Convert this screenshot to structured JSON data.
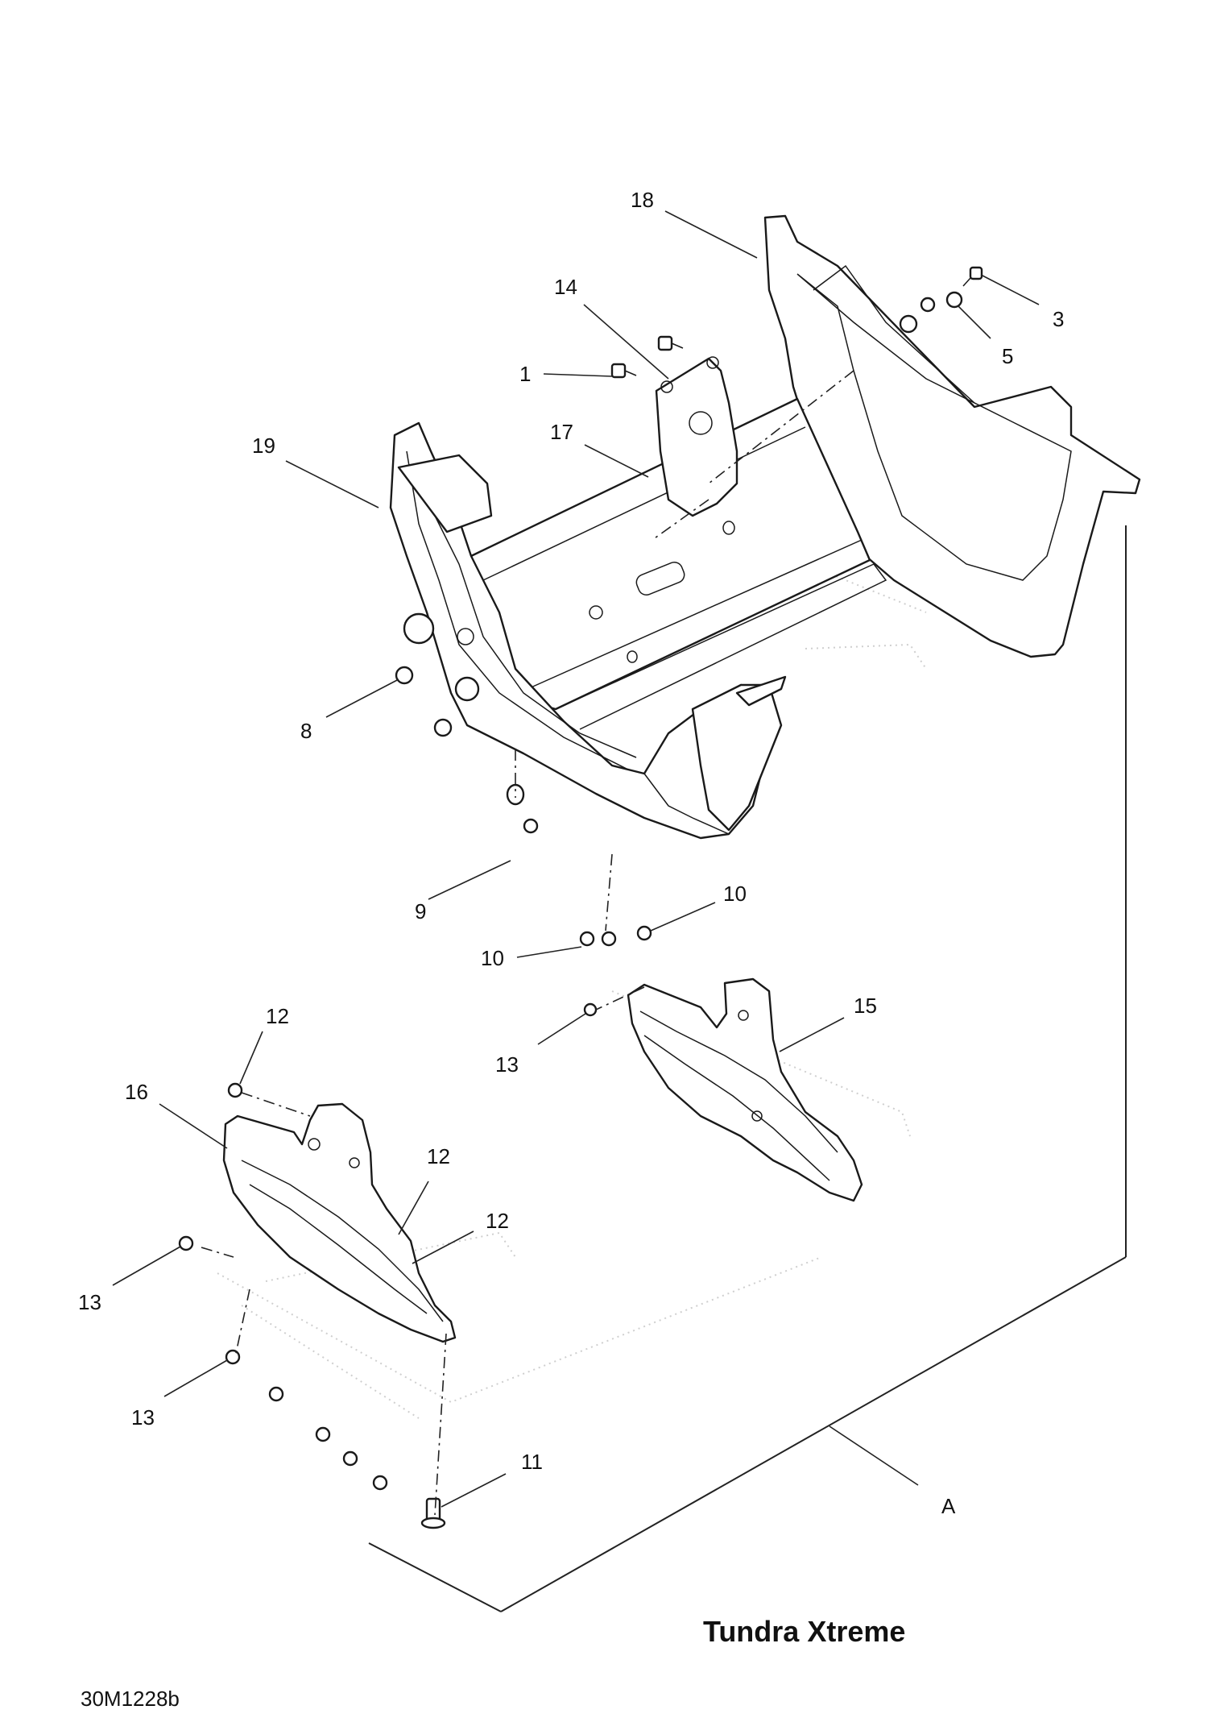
{
  "model_title": "Tundra Xtreme",
  "reference_code": "30M1228b",
  "detail_marker": "A",
  "callouts": {
    "c1": "1",
    "c3": "3",
    "c5": "5",
    "c8": "8",
    "c9": "9",
    "c10a": "10",
    "c10b": "10",
    "c11": "11",
    "c12a": "12",
    "c12b": "12",
    "c12c": "12",
    "c13a": "13",
    "c13b": "13",
    "c13c": "13",
    "c14": "14",
    "c15": "15",
    "c16": "16",
    "c17": "17",
    "c18": "18",
    "c19": "19"
  }
}
